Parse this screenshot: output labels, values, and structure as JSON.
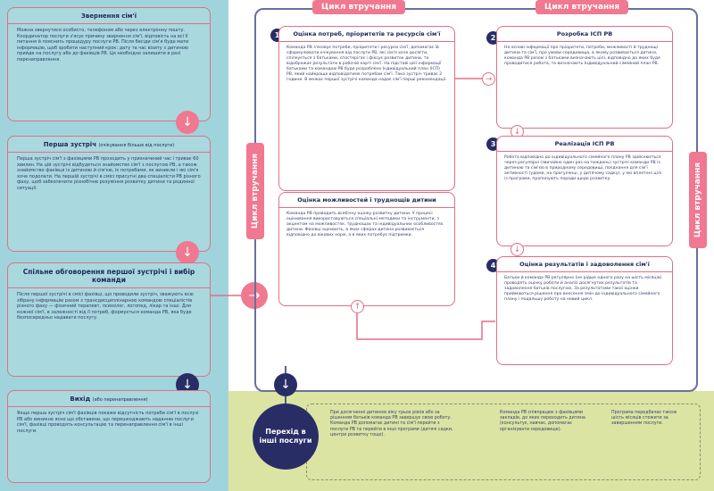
{
  "left_boxes": [
    {
      "title": "Звернення сім'ї",
      "body": "Можна звернутися особисто, телефоном або через електронну пошту. Координатор послуги з'ясує причину звернення сім'ї, відповість на всі її питання й пояснить процедуру послуги РВ. Після бесіди сім'я буде мати інформацію, щоб зробити наступний крок: дату та час візиту з дитиною прийде на послугу або до фахівців РВ. Ця необхідно залишити в разі перенаправлення."
    },
    {
      "title": "Перша зустріч",
      "subtitle": "(очікування більше від послуги)",
      "body": "Перша зустріч сім'ї з фахівцями РВ проходить у призначений час і триває 60 хвилин. На цій зустрічі відбудеться знайомство сім'ї з послугою РВ, а також знайомство фахівця із дитиною й сім'єю, їх потребами, як виникли і які сім'я хоче подолати. На першій зустрічі в смісі присутні два спеціалісти РВ різного фаху, щоб забезпечити різнобічне розуміння розвитку дитини та родинної ситуації."
    },
    {
      "title": "Спільне обговорення першої зустрічі і вибір команди",
      "body": "Після першої зустрічі в смісі фахівці, що проводили зустріч, зважують всю зібрану інформацію разом з трансдисциплінарною командою спеціалістів різного фаху — фізичний терапевт, психолог, логопед, лікар та інші. Для кожної сім'ї, в залежності від її потреб, формується команда РВ, яка буде безпосередньо надавати послугу."
    },
    {
      "title": "Вихід",
      "subtitle": "(або перенаправлення)",
      "body": "Якщо перша зустріч сім'ї фахівців покаже відсутність потреби сім'ї в послузі РВ або виникне ясно що обставини, що перешкоджають наданню послуги сім'ї, фахівці проводять консультацію та перенаправлення сім'ї в інші послуги."
    }
  ],
  "cycle": {
    "tab_label": "Цикл втручання",
    "boxes": [
      {
        "number": "1",
        "title": "Оцінка потреб, пріоритетів та ресурсів сім'ї",
        "body": "Команда РВ з'ясовує потреби, пріоритети і ресурси сім'ї, допомагає їй сформулювати очікування від послуги РВ, які сім'я хоче досягти, спілкується з батьками, спостерігає і фіксує розвиток дитини, та відображає результати в робочій карті сім'ї. На підставі цієї інформації батьками та командою РВ буде розроблено Індивідуальний план (ІСП) РВ, який найкраще відповідатиме потребам сім'ї. Така зустріч триває 2 години. В межах першої зустрічі команда надає сім'ї перші рекомендації."
      },
      {
        "number": "",
        "title": "Оцінка можливостей і труднощів дитини",
        "body": "Команда РВ проводить всебічну оцінку розвитку дитини. У процесі оцінювання використовуються спеціальні методики та інструменти, з акцентом на можливостях, труднощах та індивідуальних особливостях дитини. Фахівці оцінюють, в яких сферах дитина розвивається відповідно до вікових норм, а в яких потребує підтримки."
      },
      {
        "number": "2",
        "title": "Розробка ІСП РВ",
        "body": "На основі інформації про пріоритети, потреби, можливості й труднощі дитини та сім'ї, про умови середовища, в якому розвивається дитина, команда РВ разом з батьками визначають цілі, відповідно до яких буде проводитися робота, та визначають Індивідуальний сімейний план РВ."
      },
      {
        "number": "3",
        "title": "Реалізація ІСП РВ",
        "body": "Робота відповідно до індивідуального сімейного плану РВ здійснюється через регулярні (звичайно один раз на тиждень) зустрічі команди РВ із дитиною та сім'єю в природному середовищі, поєднання для сім'ї активності (удома, на прогулянці, у дитячому садку), у які вплетені цілі із програми, пропонують поради щодо розвитку."
      },
      {
        "number": "4",
        "title": "Оцінка результатів і задоволення сім'ї",
        "body": "Батьки й команда РВ регулярно (не рідше одного разу на шість місяців) проводять оцінку роботи й аналіз досягнутих результатів та задоволення батьків послугою. За результатами такої оцінки приймаються рішення про внесення змін до індивідуального сімейного плану і подальшу роботу на новий цикл."
      }
    ]
  },
  "transition": {
    "label": "Перехід в інші послуги",
    "texts": [
      "При досягненні дитиною віку трьох років або за рішенням батьків команда РВ завершує свою роботу. Команда РВ допомагає дитині та сім'ї перейти з послуги РВ та перейти в інші програми (дитячі садки, центри розвитку тощо).",
      "Команда РВ співпрацює з фахівцями закладів, до яких переходить дитина (консультує, навчає, допомагає організувати середовище).",
      "Програма передбачає також шість місяців стежити за завершенням послуги."
    ]
  },
  "colors": {
    "pink": "#f07890",
    "navy": "#282d66",
    "teal": "#9fd4dc",
    "olive": "#dbe4a3"
  }
}
